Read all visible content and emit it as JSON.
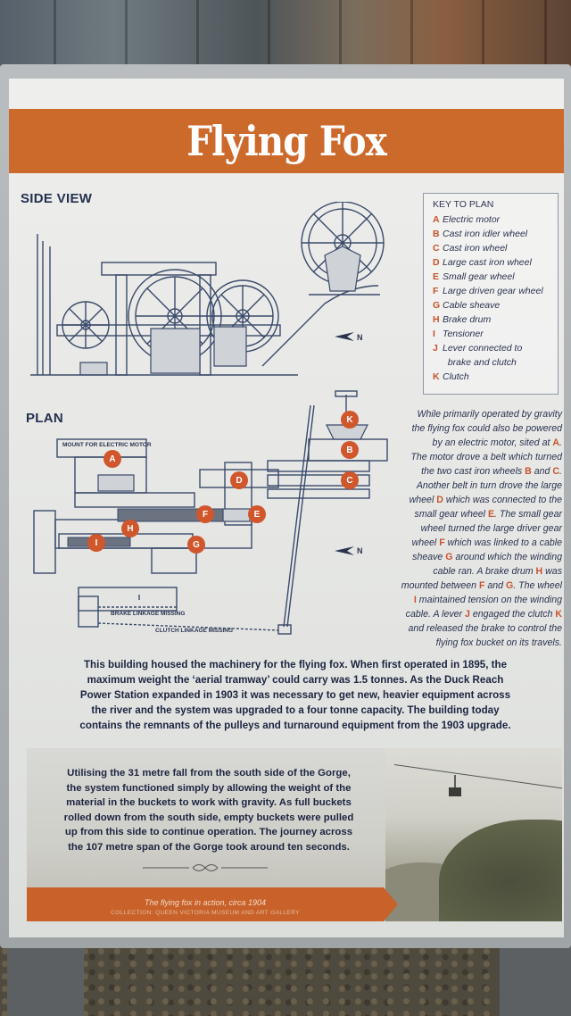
{
  "sign": {
    "title": "Flying Fox",
    "side_view_heading": "SIDE VIEW",
    "plan_heading": "PLAN",
    "north_label": "N",
    "mount_label": "MOUNT FOR ELECTRIC MOTOR",
    "brake_linkage_label": "BRAKE LINKAGE MISSING",
    "clutch_linkage_label": "CLUTCH LINKAGE MISSING",
    "key": {
      "title": "KEY TO PLAN",
      "items": [
        {
          "letter": "A",
          "label": "Electric motor"
        },
        {
          "letter": "B",
          "label": "Cast iron idler wheel"
        },
        {
          "letter": "C",
          "label": "Cast iron wheel"
        },
        {
          "letter": "D",
          "label": "Large cast iron wheel"
        },
        {
          "letter": "E",
          "label": "Small gear wheel"
        },
        {
          "letter": "F",
          "label": "Large driven gear wheel"
        },
        {
          "letter": "G",
          "label": "Cable sheave"
        },
        {
          "letter": "H",
          "label": "Brake drum"
        },
        {
          "letter": "I",
          "label": "Tensioner"
        },
        {
          "letter": "J",
          "label": "Lever connected to"
        },
        {
          "letter": "",
          "label": "brake and clutch"
        },
        {
          "letter": "K",
          "label": "Clutch"
        }
      ]
    },
    "plan_markers": [
      "K",
      "B",
      "C",
      "D",
      "A",
      "F",
      "E",
      "H",
      "G",
      "I"
    ],
    "description_lines": [
      [
        {
          "t": "While primarily operated by gravity"
        }
      ],
      [
        {
          "t": "the flying fox could also be powered"
        }
      ],
      [
        {
          "t": "by an electric motor, sited at "
        },
        {
          "t": "A",
          "h": true
        },
        {
          "t": "."
        }
      ],
      [
        {
          "t": "The motor drove a belt which turned"
        }
      ],
      [
        {
          "t": "the two cast iron wheels "
        },
        {
          "t": "B",
          "h": true
        },
        {
          "t": " and "
        },
        {
          "t": "C",
          "h": true
        },
        {
          "t": "."
        }
      ],
      [
        {
          "t": "Another belt in turn drove the large"
        }
      ],
      [
        {
          "t": "wheel "
        },
        {
          "t": "D",
          "h": true
        },
        {
          "t": " which was connected to the"
        }
      ],
      [
        {
          "t": "small gear wheel "
        },
        {
          "t": "E",
          "h": true
        },
        {
          "t": ". The small gear"
        }
      ],
      [
        {
          "t": "wheel turned the large driver gear"
        }
      ],
      [
        {
          "t": "wheel "
        },
        {
          "t": "F",
          "h": true
        },
        {
          "t": " which was linked to a cable"
        }
      ],
      [
        {
          "t": "sheave "
        },
        {
          "t": "G",
          "h": true
        },
        {
          "t": " around which the winding"
        }
      ],
      [
        {
          "t": "cable ran. A brake drum "
        },
        {
          "t": "H",
          "h": true
        },
        {
          "t": " was"
        }
      ],
      [
        {
          "t": "mounted between "
        },
        {
          "t": "F",
          "h": true
        },
        {
          "t": " and "
        },
        {
          "t": "G",
          "h": true
        },
        {
          "t": ". The wheel"
        }
      ],
      [
        {
          "t": "I",
          "h": true
        },
        {
          "t": " maintained tension on the winding"
        }
      ],
      [
        {
          "t": "cable. A lever "
        },
        {
          "t": "J",
          "h": true
        },
        {
          "t": " engaged the clutch "
        },
        {
          "t": "K",
          "h": true
        }
      ],
      [
        {
          "t": "and released the brake to control the"
        }
      ],
      [
        {
          "t": "flying fox bucket on its travels."
        }
      ]
    ],
    "history_lines": [
      "This building housed the machinery for the flying fox. When first operated in 1895, the",
      "maximum weight the ‘aerial tramway’ could carry was 1.5 tonnes. As the Duck Reach",
      "Power Station expanded in 1903 it was necessary to get new, heavier equipment across",
      "the river and the system was upgraded to a four tonne capacity. The building today",
      "contains the remnants of the pulleys and turnaround equipment from the 1903 upgrade."
    ],
    "gravity_lines": [
      "Utilising the 31 metre fall from the south side of the Gorge,",
      "the system functioned simply by allowing the weight of the",
      "material in the buckets to work with gravity. As full buckets",
      "rolled down from the south side, empty buckets were pulled",
      "up from this side to continue operation. The journey across",
      "the 107 metre span of the Gorge took around ten seconds."
    ],
    "photo_caption": "The flying fox in action, circa 1904",
    "photo_credit": "COLLECTION: QUEEN VICTORIA MUSEUM AND ART GALLERY",
    "colors": {
      "accent": "#cc6a2c",
      "ink": "#24304f",
      "panel": "#eeeeec"
    }
  }
}
